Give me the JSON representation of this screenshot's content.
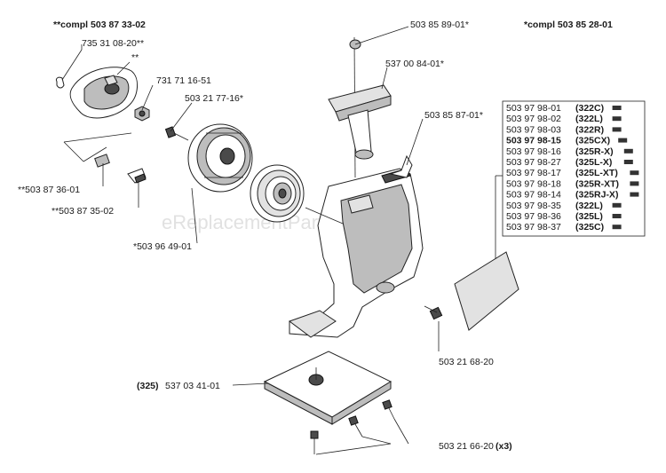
{
  "watermark": "eReplacementParts.com",
  "header": {
    "left_group": "**compl 503 87 33-02",
    "right_group": "*compl 503 85 28-01"
  },
  "labels": {
    "l_73531": "735 31 08-20**",
    "l_star2": "**",
    "l_73171": "731 71 16-51",
    "l_50321_77": "503 21 77-16*",
    "l_50385_89": "503 85 89-01*",
    "l_53700": "537 00 84-01*",
    "l_50385_87": "503 85 87-01*",
    "l_50387_36": "**503 87 36-01",
    "l_50387_35": "**503 87 35-02",
    "l_50396": "*503 96 49-01",
    "l_50321_68": "503 21 68-20",
    "l_325_prefix": "(325)",
    "l_53703": "537 03 41-01",
    "l_50321_66": "503 21 66-20",
    "l_x3": "(x3)"
  },
  "decal_list": [
    {
      "part": "503 97 98-01",
      "model": "(322C)",
      "bold": false
    },
    {
      "part": "503 97 98-02",
      "model": "(322L)",
      "bold": false
    },
    {
      "part": "503 97 98-03",
      "model": "(322R)",
      "bold": false
    },
    {
      "part": "503 97 98-15",
      "model": "(325CX)",
      "bold": true
    },
    {
      "part": "503 97 98-16",
      "model": "(325R-X)",
      "bold": false
    },
    {
      "part": "503 97 98-27",
      "model": "(325L-X)",
      "bold": false
    },
    {
      "part": "503 97 98-17",
      "model": "(325L-XT)",
      "bold": false
    },
    {
      "part": "503 97 98-18",
      "model": "(325R-XT)",
      "bold": false
    },
    {
      "part": "503 97 98-14",
      "model": "(325RJ-X)",
      "bold": false
    },
    {
      "part": "503 97 98-35",
      "model": "(322L)",
      "bold": false
    },
    {
      "part": "503 97 98-36",
      "model": "(325L)",
      "bold": false
    },
    {
      "part": "503 97 98-37",
      "model": "(325C)",
      "bold": false
    }
  ]
}
